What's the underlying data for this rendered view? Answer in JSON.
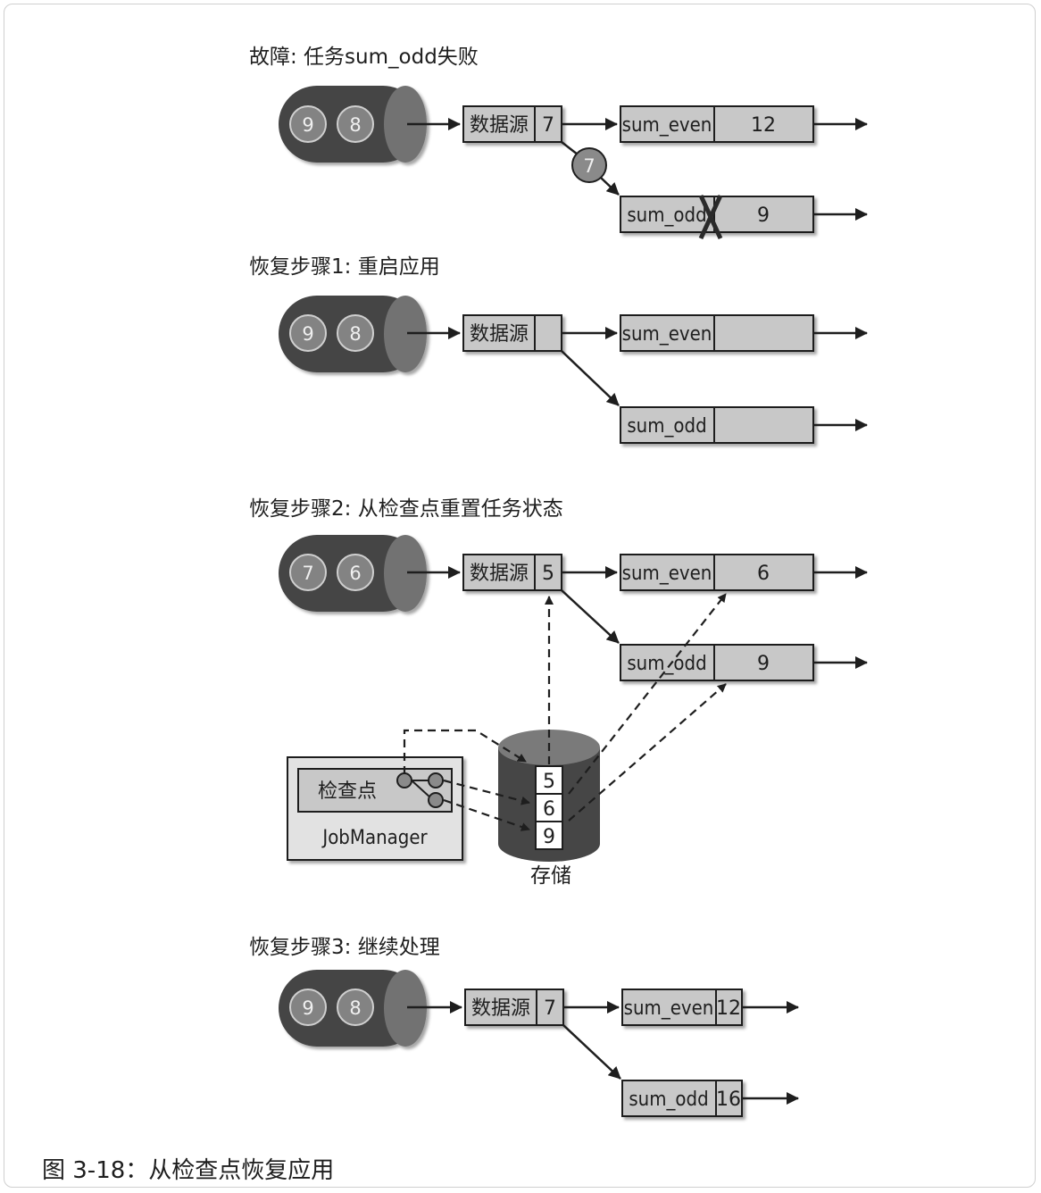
{
  "caption": "图 3-18：从检查点恢复应用",
  "labels": {
    "source": "数据源",
    "sum_even": "sum_even",
    "sum_odd": "sum_odd",
    "checkpoint": "检查点",
    "jobmanager": "JobManager",
    "storage": "存储"
  },
  "sections": [
    {
      "title": "故障: 任务sum_odd失败",
      "queue": [
        "9",
        "8"
      ],
      "source_value": "7",
      "sum_even_value": "12",
      "sum_odd_value": "9",
      "in_flight_event": "7",
      "failed_task": "sum_odd"
    },
    {
      "title": "恢复步骤1: 重启应用",
      "queue": [
        "9",
        "8"
      ],
      "source_value": "",
      "sum_even_value": "",
      "sum_odd_value": ""
    },
    {
      "title": "恢复步骤2: 从检查点重置任务状态",
      "queue": [
        "7",
        "6"
      ],
      "source_value": "5",
      "sum_even_value": "6",
      "sum_odd_value": "9",
      "storage_values": [
        "5",
        "6",
        "9"
      ]
    },
    {
      "title": "恢复步骤3: 继续处理",
      "queue": [
        "9",
        "8"
      ],
      "source_value": "7",
      "sum_even_value": "12",
      "sum_odd_value": "16"
    }
  ],
  "colors": {
    "box_fill": "#c8c8c8",
    "queue_fill": "#444444",
    "queue_cap": "#727272",
    "event_fill": "#838383",
    "storage_fill": "#464646",
    "jobmanager_fill": "#e2e2e2"
  }
}
